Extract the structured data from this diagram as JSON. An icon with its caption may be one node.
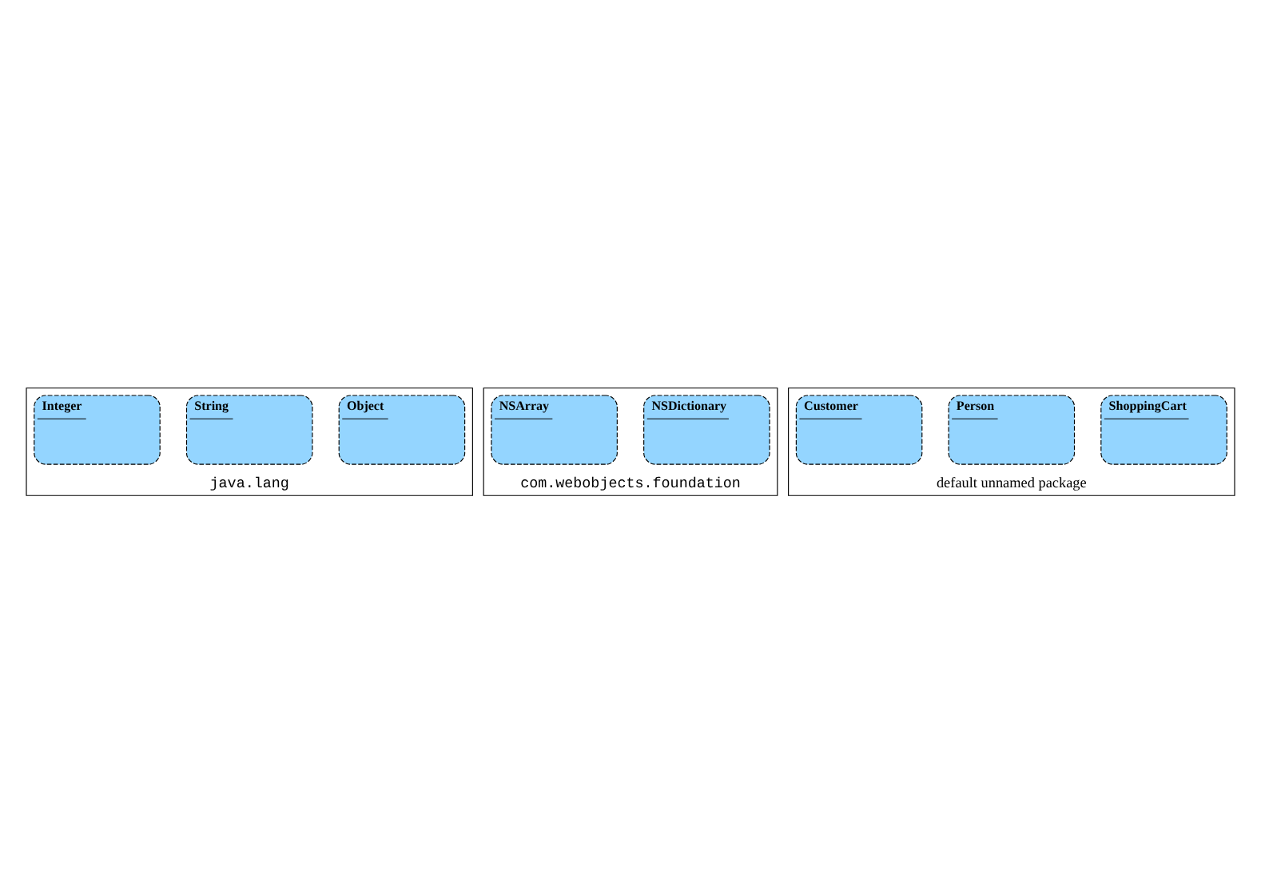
{
  "diagram": {
    "nodes": [
      {
        "text": [
          "java.lang"
        ]
      },
      {
        "text": [
          "Object"
        ],
        "in": 0
      },
      {
        "text": [
          "String"
        ],
        "in": 0
      },
      {
        "text": [
          "Integer"
        ],
        "in": 0
      },
      {
        "text": [
          "com.webobjects.foundation"
        ]
      },
      {
        "text": [
          "NSDictionary"
        ],
        "in": 4
      },
      {
        "text": [
          "NSArray"
        ],
        "in": 4
      },
      {
        "text": [
          "default unnamed package"
        ]
      },
      {
        "text": [
          "ShoppingCart"
        ],
        "in": 7
      },
      {
        "text": [
          "Person"
        ],
        "in": 7
      },
      {
        "text": [
          "Customer"
        ],
        "in": 7
      }
    ],
    "edges": []
  }
}
